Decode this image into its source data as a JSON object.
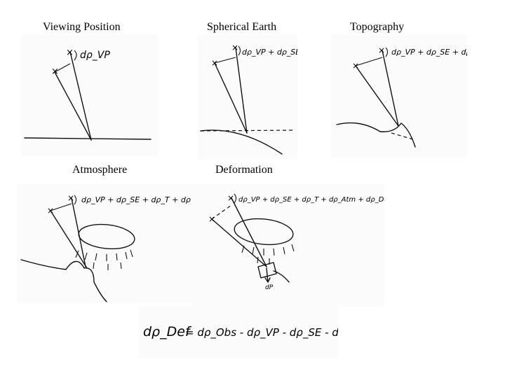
{
  "titles": {
    "viewing_position": "Viewing Position",
    "spherical_earth": "Spherical Earth",
    "topography": "Topography",
    "atmosphere": "Atmosphere",
    "deformation": "Deformation"
  },
  "annotations": {
    "vp": "dρ_VP",
    "se": "dρ_VP + dρ_SE",
    "topo": "dρ_VP + dρ_SE + dρ_T",
    "atm": "dρ_VP + dρ_SE + dρ_T + dρ_Atm",
    "def": "dρ_VP + dρ_SE + dρ_T + dρ_Atm + dρ_Def",
    "dp_label": "dP"
  },
  "formula": {
    "lhs": "dρ_Def",
    "rhs": "= dρ_Obs - dρ_VP - dρ_SE - dρ_T - dρ_Atm"
  }
}
